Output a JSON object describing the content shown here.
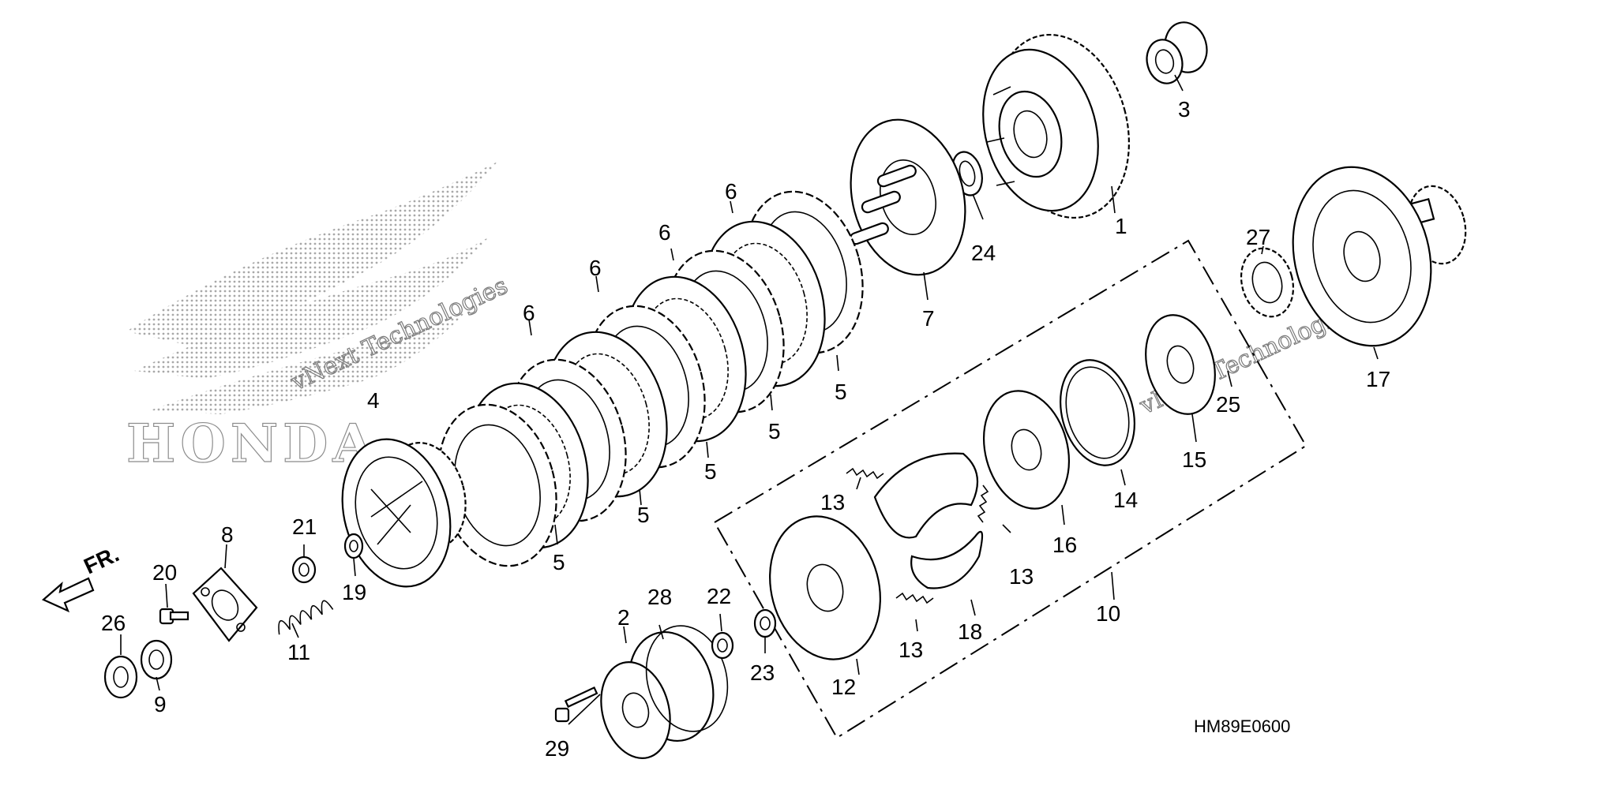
{
  "diagram": {
    "diagram_code": "HM89E0600",
    "fr_label": "FR.",
    "watermark": {
      "logo_text": "HONDA",
      "lines": [
        "vNext Technologies",
        "vNext",
        "Technologies"
      ]
    },
    "callouts": [
      {
        "id": "c1",
        "text": "1"
      },
      {
        "id": "c2",
        "text": "2"
      },
      {
        "id": "c3",
        "text": "3"
      },
      {
        "id": "c4",
        "text": "4"
      },
      {
        "id": "c5a",
        "text": "5"
      },
      {
        "id": "c5b",
        "text": "5"
      },
      {
        "id": "c5c",
        "text": "5"
      },
      {
        "id": "c5d",
        "text": "5"
      },
      {
        "id": "c5e",
        "text": "5"
      },
      {
        "id": "c6a",
        "text": "6"
      },
      {
        "id": "c6b",
        "text": "6"
      },
      {
        "id": "c6c",
        "text": "6"
      },
      {
        "id": "c6d",
        "text": "6"
      },
      {
        "id": "c7",
        "text": "7"
      },
      {
        "id": "c8",
        "text": "8"
      },
      {
        "id": "c9",
        "text": "9"
      },
      {
        "id": "c10",
        "text": "10"
      },
      {
        "id": "c11",
        "text": "11"
      },
      {
        "id": "c12",
        "text": "12"
      },
      {
        "id": "c13a",
        "text": "13"
      },
      {
        "id": "c13b",
        "text": "13"
      },
      {
        "id": "c13c",
        "text": "13"
      },
      {
        "id": "c14",
        "text": "14"
      },
      {
        "id": "c15",
        "text": "15"
      },
      {
        "id": "c16",
        "text": "16"
      },
      {
        "id": "c17",
        "text": "17"
      },
      {
        "id": "c18",
        "text": "18"
      },
      {
        "id": "c19",
        "text": "19"
      },
      {
        "id": "c20",
        "text": "20"
      },
      {
        "id": "c21",
        "text": "21"
      },
      {
        "id": "c22",
        "text": "22"
      },
      {
        "id": "c23",
        "text": "23"
      },
      {
        "id": "c24",
        "text": "24"
      },
      {
        "id": "c25",
        "text": "25"
      },
      {
        "id": "c26",
        "text": "26"
      },
      {
        "id": "c27",
        "text": "27"
      },
      {
        "id": "c28",
        "text": "28"
      },
      {
        "id": "c29",
        "text": "29"
      }
    ]
  }
}
